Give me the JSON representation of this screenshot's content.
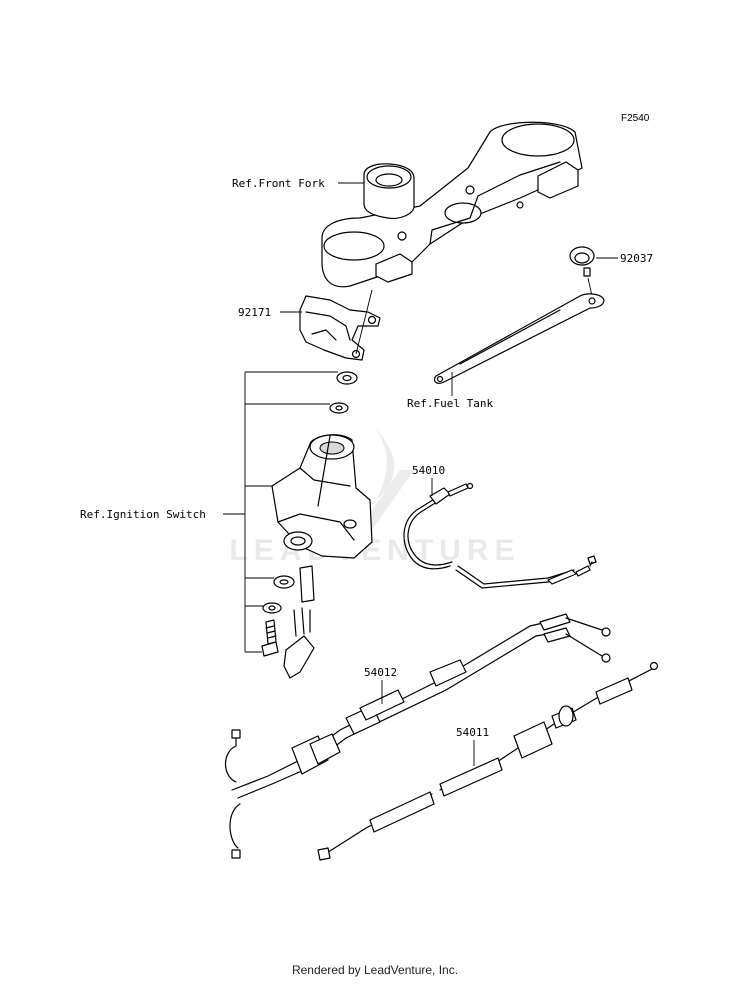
{
  "figure_code": "F2540",
  "labels": {
    "ref_front_fork": "Ref.Front Fork",
    "part_92037": "92037",
    "part_92171": "92171",
    "ref_fuel_tank": "Ref.Fuel Tank",
    "ref_ignition_switch": "Ref.Ignition Switch",
    "part_54010": "54010",
    "part_54012": "54012",
    "part_54011": "54011"
  },
  "watermark": "LEADVENTURE",
  "footer": "Rendered by LeadVenture, Inc."
}
